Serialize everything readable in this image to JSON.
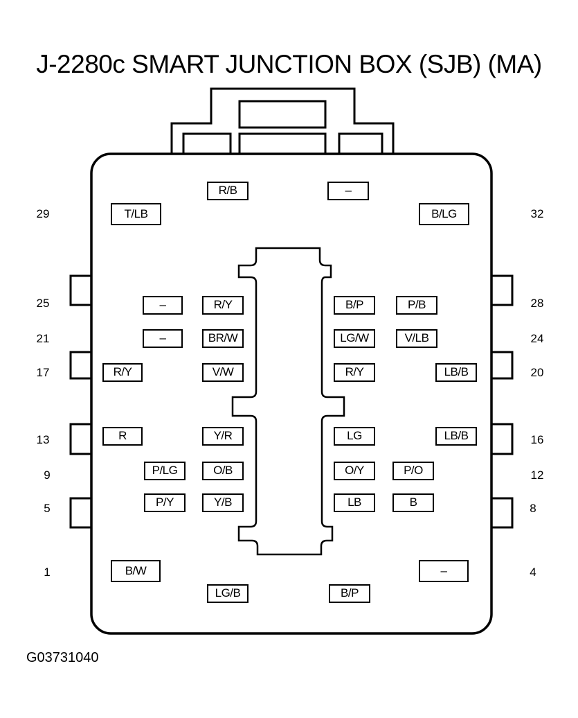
{
  "title": "J-2280c SMART JUNCTION BOX (SJB) (MA)",
  "figure_id": "G03731040",
  "pin_numbers": [
    "29",
    "32",
    "25",
    "28",
    "21",
    "24",
    "17",
    "20",
    "13",
    "16",
    "9",
    "12",
    "5",
    "8",
    "1",
    "4"
  ],
  "wires": {
    "top_left": "R/B",
    "top_right": "–",
    "pin29": "T/LB",
    "pin32": "B/LG",
    "row25_a": "–",
    "row25_b": "R/Y",
    "row28_a": "B/P",
    "row28_b": "P/B",
    "row21_a": "–",
    "row21_b": "BR/W",
    "row24_a": "LG/W",
    "row24_b": "V/LB",
    "row17_a": "R/Y",
    "row17_b": "V/W",
    "row20_a": "R/Y",
    "row20_b": "LB/B",
    "row13_a": "R",
    "row13_b": "Y/R",
    "row16_a": "LG",
    "row16_b": "LB/B",
    "row9_a": "P/LG",
    "row9_b": "O/B",
    "row12_a": "O/Y",
    "row12_b": "P/O",
    "row5_a": "P/Y",
    "row5_b": "Y/B",
    "row8_a": "LB",
    "row8_b": "B",
    "pin1": "B/W",
    "pin4": "–",
    "bottom_left": "LG/B",
    "bottom_right": "B/P"
  }
}
